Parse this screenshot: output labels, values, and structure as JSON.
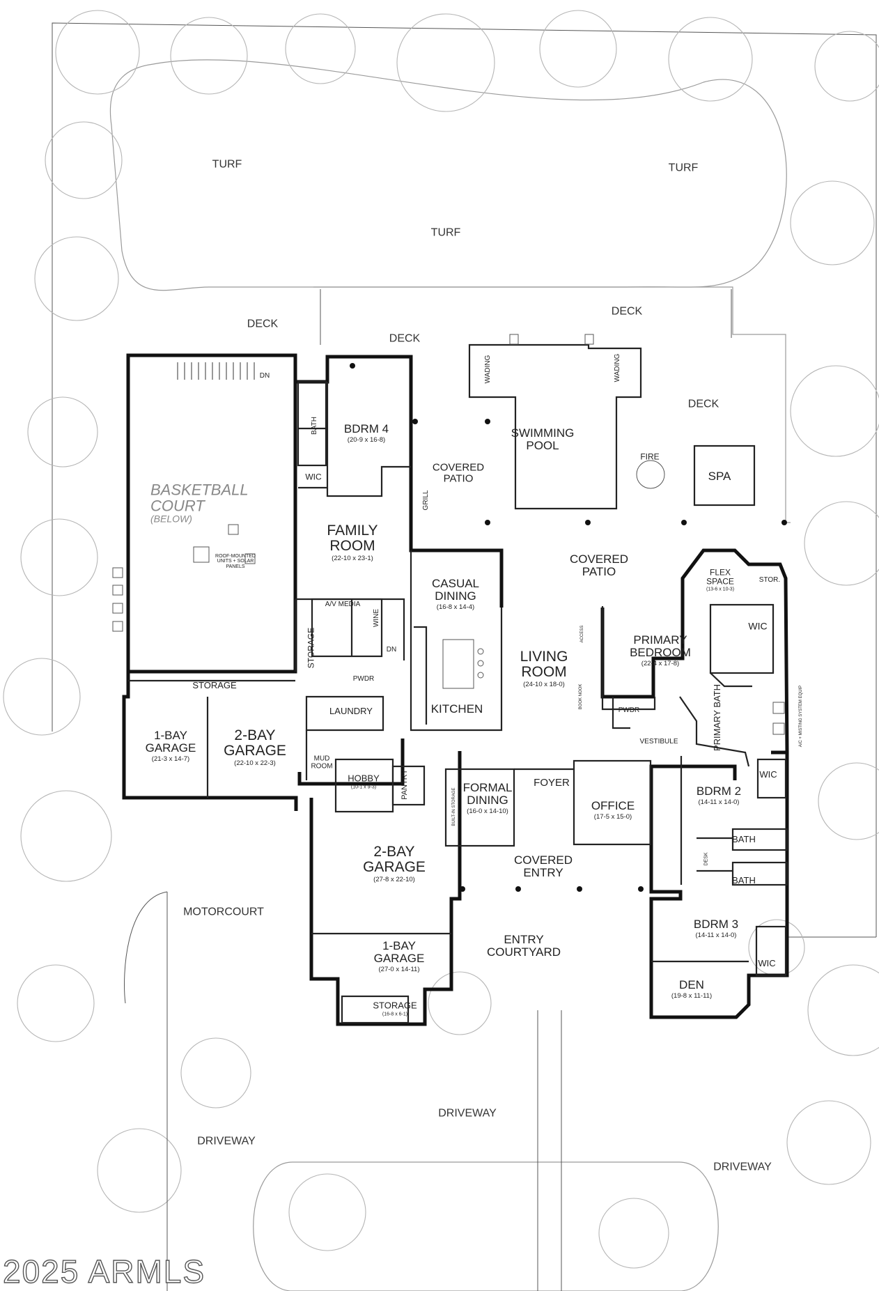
{
  "watermark": "2025 ARMLS",
  "landscape": {
    "turf": [
      "TURF",
      "TURF",
      "TURF"
    ],
    "deck": [
      "DECK",
      "DECK",
      "DECK",
      "DECK"
    ],
    "motorcourt": "MOTORCOURT",
    "driveway": [
      "DRIVEWAY",
      "DRIVEWAY",
      "DRIVEWAY"
    ],
    "entry_courtyard": "ENTRY COURTYARD",
    "covered_entry": "COVERED ENTRY",
    "covered_patio_left": "COVERED PATIO",
    "covered_patio_center": "COVERED PATIO",
    "swimming_pool": "SWIMMING POOL",
    "spa": "SPA",
    "fire": "FIRE",
    "wading": [
      "WADING",
      "WADING"
    ],
    "grill": "GRILL",
    "dn": [
      "DN",
      "DN"
    ],
    "roof_note": "ROOF-MOUNTED UNITS + SOLAR PANELS",
    "ac_note": "A/C + MISTING SYSTEM EQUIP"
  },
  "rooms": {
    "basketball": {
      "name": "BASKETBALL COURT",
      "note": "(BELOW)"
    },
    "bdrm4": {
      "name": "BDRM 4",
      "dim": "(20-9 x 16-8)"
    },
    "bath_top": "BATH",
    "wic_top": "WIC",
    "family": {
      "name": "FAMILY ROOM",
      "dim": "(22-10 x 23-1)"
    },
    "casual_dining": {
      "name": "CASUAL DINING",
      "dim": "(16-8 x 14-4)"
    },
    "av_media": "A/V MEDIA",
    "wine": "WINE",
    "storage_vert": "STORAGE",
    "storage_garage": "STORAGE",
    "pwdr_left": "PWDR",
    "laundry": "LAUNDRY",
    "kitchen": "KITCHEN",
    "living": {
      "name": "LIVING ROOM",
      "dim": "(24-10 x 18-0)"
    },
    "access": "ACCESS",
    "booknook": "BOOK NOOK",
    "primary_bedroom": {
      "name": "PRIMARY BEDROOM",
      "dim": "(22-4 x 17-8)"
    },
    "flex": {
      "name": "FLEX SPACE",
      "dim": "(13-6 x 10-3)"
    },
    "stor": "STOR.",
    "wic_primary": "WIC",
    "pwdr_right": "PWDR",
    "vestibule": "VESTIBULE",
    "primary_bath": "PRIMARY BATH",
    "garage1_left": {
      "name": "1-BAY GARAGE",
      "dim": "(21-3 x 14-7)"
    },
    "garage2_left": {
      "name": "2-BAY GARAGE",
      "dim": "(22-10 x 22-3)"
    },
    "mud": "MUD ROOM",
    "hobby": {
      "name": "HOBBY",
      "dim": "(10-1 x 9-3)"
    },
    "pantry": "PANTRY",
    "builtin_storage": "BUILT-IN STORAGE",
    "formal_dining": {
      "name": "FORMAL DINING",
      "dim": "(16-0 x 14-10)"
    },
    "foyer": "FOYER",
    "office": {
      "name": "OFFICE",
      "dim": "(17-5 x 15-0)"
    },
    "bdrm2": {
      "name": "BDRM 2",
      "dim": "(14-11 x 14-0)"
    },
    "wic_b2": "WIC",
    "bath_b2": "BATH",
    "desk": "DESK",
    "bath_b3": "BATH",
    "bdrm3": {
      "name": "BDRM 3",
      "dim": "(14-11 x 14-0)"
    },
    "wic_b3": "WIC",
    "den": {
      "name": "DEN",
      "dim": "(19-8 x 11-11)"
    },
    "garage2_center": {
      "name": "2-BAY GARAGE",
      "dim": "(27-8 x 22-10)"
    },
    "garage1_center": {
      "name": "1-BAY GARAGE",
      "dim": "(27-0 x 14-11)"
    },
    "storage_bottom": {
      "name": "STORAGE",
      "dim": "(16-8 x 6-1)"
    }
  }
}
